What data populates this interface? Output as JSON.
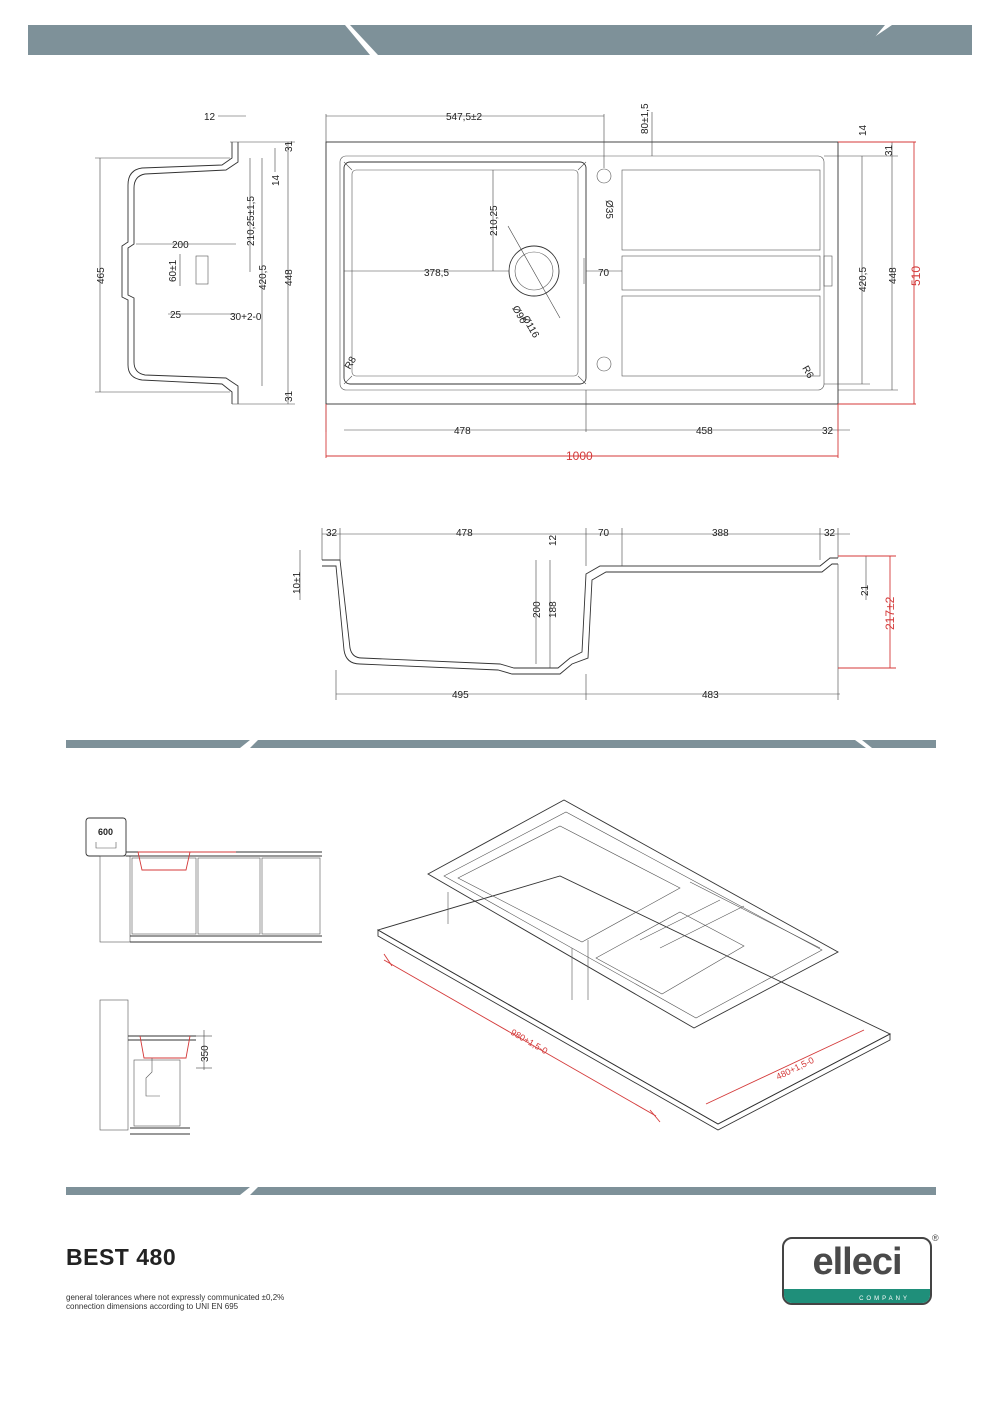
{
  "product": {
    "name": "BEST 480"
  },
  "notes": {
    "line1": "general tolerances where not expressly communicated ±0,2%",
    "line2": "connection dimensions according to UNI EN 695"
  },
  "logo": {
    "word": "elleci",
    "company": "COMPANY",
    "registered": "®",
    "bar_color": "#1f8f7a"
  },
  "colors": {
    "band": "#7e9199",
    "dimension_red": "#d43a3a"
  },
  "side_section": {
    "labels": [
      "12",
      "31",
      "14",
      "210,25±1,5",
      "465",
      "420,5",
      "448",
      "200",
      "60±1",
      "25",
      "30+2-0",
      "31"
    ]
  },
  "top_view": {
    "labels": [
      "547,5±2",
      "80±1,5",
      "14",
      "31",
      "210,25",
      "Ø35",
      "378,5",
      "70",
      "420,5",
      "448",
      "510",
      "Ø90",
      "Ø116",
      "R8",
      "R6",
      "478",
      "458",
      "32",
      "1000"
    ]
  },
  "front_section": {
    "labels": [
      "32",
      "478",
      "12",
      "70",
      "388",
      "32",
      "10±1",
      "200",
      "188",
      "21",
      "217±2",
      "495",
      "483"
    ]
  },
  "install": {
    "cabinet_label": "600",
    "height_label": "350",
    "iso_length": "980+1,5-0",
    "iso_width": "480+1,5-0"
  }
}
